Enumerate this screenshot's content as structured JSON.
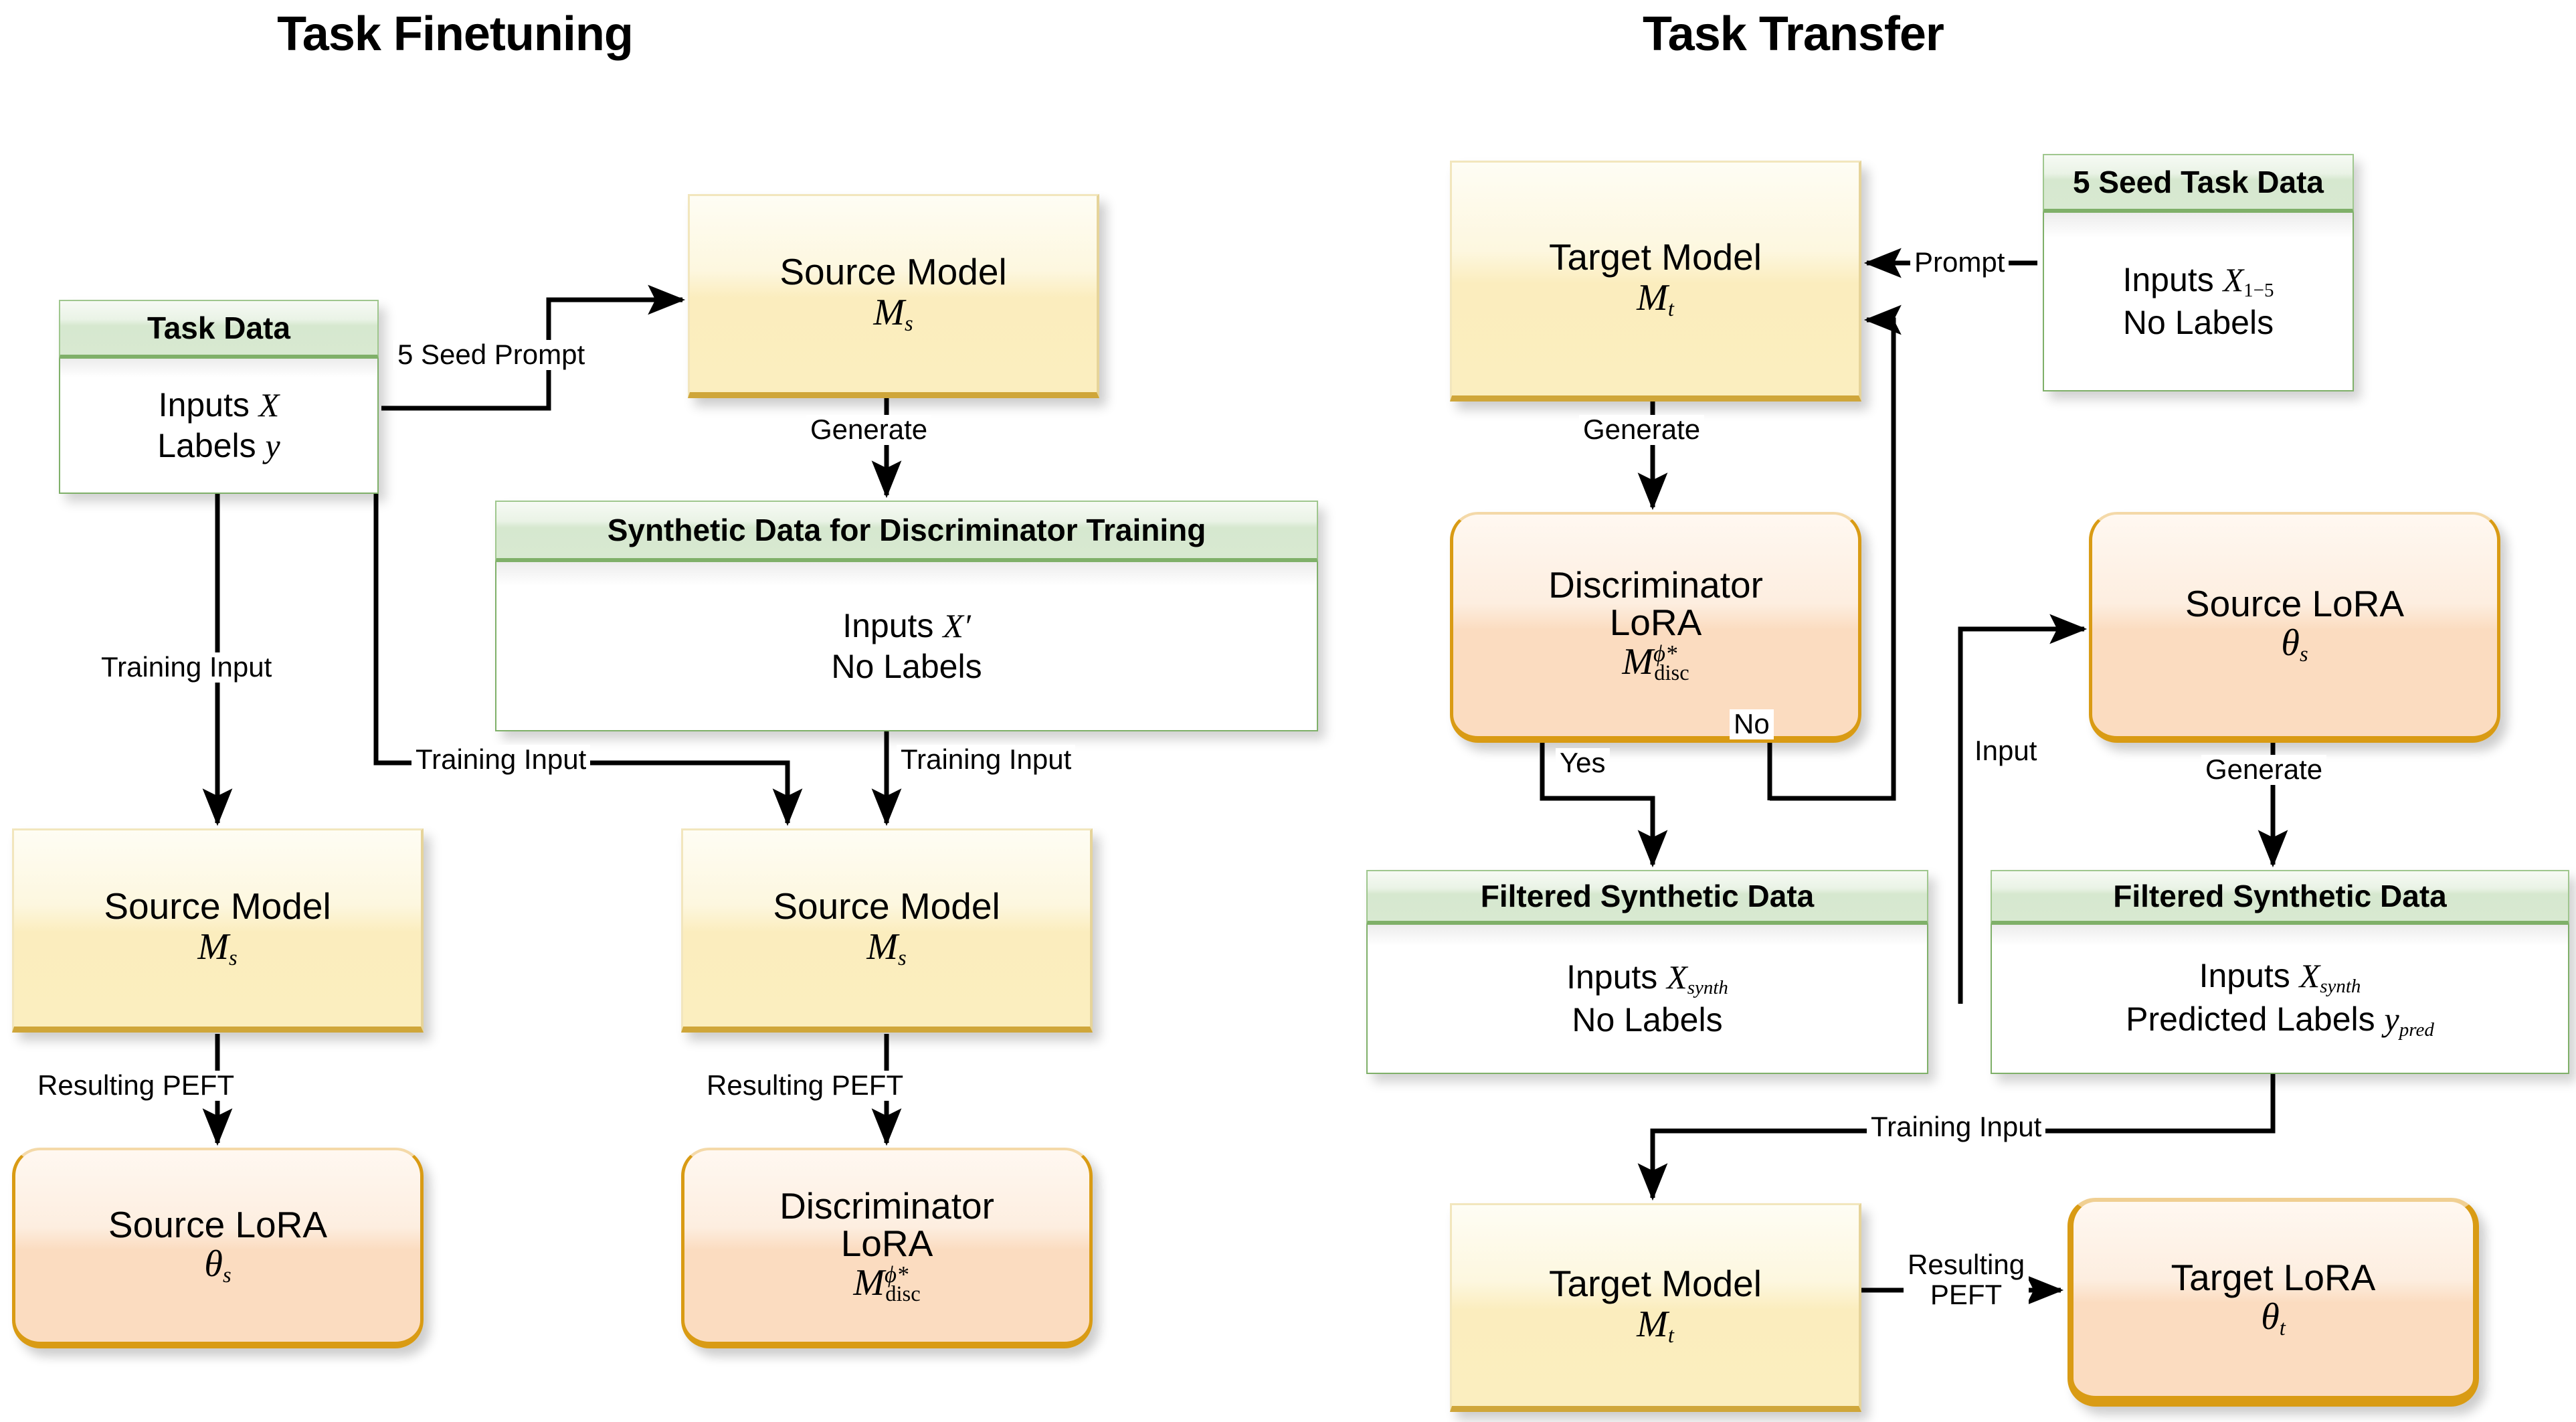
{
  "panels": [
    {
      "title": "Task Finetuning"
    },
    {
      "title": "Task Transfer"
    }
  ],
  "colors": {
    "data_header_green": "#d6e8cf",
    "data_border_green": "#7fb069",
    "model_yellow": "#fbeebf",
    "model_border_gold": "#cfa63a",
    "lora_orange": "#fbdcc0",
    "lora_border_gold": "#d99b14",
    "edge_black": "#000000",
    "background": "#ffffff"
  },
  "nodes": {
    "task_data": {
      "header": "Task Data",
      "row1_text": "Inputs ",
      "row1_sym": "X",
      "row2_text": "Labels ",
      "row2_sym": "y"
    },
    "source_model_top": {
      "line1": "Source Model",
      "sym": "M",
      "sub": "s"
    },
    "synthetic_data": {
      "header": "Synthetic Data for Discriminator Training",
      "row1_text": "Inputs ",
      "row1_sym": "X",
      "row1_prime": "′",
      "row2_text": "No Labels"
    },
    "source_model_left": {
      "line1": "Source Model",
      "sym": "M",
      "sub": "s"
    },
    "source_model_mid": {
      "line1": "Source Model",
      "sym": "M",
      "sub": "s"
    },
    "source_lora_left": {
      "line1": "Source LoRA",
      "sym": "θ",
      "sub": "s"
    },
    "disc_lora_left": {
      "line1": "Discriminator",
      "line2": "LoRA",
      "sym": "M",
      "sup": "ϕ*",
      "sub": "disc"
    },
    "target_model_top": {
      "line1": "Target Model",
      "sym": "M",
      "sub": "t"
    },
    "seed_task_data": {
      "header": "5 Seed Task Data",
      "row1_text": "Inputs ",
      "row1_sym": "X",
      "row1_sub": "1−5",
      "row2_text": "No Labels"
    },
    "disc_lora_right": {
      "line1": "Discriminator",
      "line2": "LoRA",
      "sym": "M",
      "sup": "ϕ*",
      "sub": "disc"
    },
    "source_lora_right": {
      "line1": "Source LoRA",
      "sym": "θ",
      "sub": "s"
    },
    "filtered_data_left": {
      "header": "Filtered Synthetic Data",
      "row1_text": "Inputs ",
      "row1_sym": "X",
      "row1_sub": "synth",
      "row2_text": "No Labels"
    },
    "filtered_data_right": {
      "header": "Filtered Synthetic Data",
      "row1_text": "Inputs ",
      "row1_sym": "X",
      "row1_sub": "synth",
      "row2_text": "Predicted Labels ",
      "row2_sym": "y",
      "row2_sub": "pred"
    },
    "target_model_bottom": {
      "line1": "Target Model",
      "sym": "M",
      "sub": "t"
    },
    "target_lora": {
      "line1": "Target LoRA",
      "sym": "θ",
      "sub": "t"
    }
  },
  "edge_labels": {
    "seed_prompt": "5 Seed Prompt",
    "generate_left": "Generate",
    "training_input_a": "Training Input",
    "training_input_b": "Training Input",
    "training_input_c": "Training Input",
    "resulting_peft_left": "Resulting PEFT",
    "resulting_peft_mid": "Resulting PEFT",
    "prompt": "Prompt",
    "generate_target": "Generate",
    "yes": "Yes",
    "no": "No",
    "input": "Input",
    "generate_source_lora": "Generate",
    "training_input_right": "Training Input",
    "resulting_peft_right_l1": "Resulting",
    "resulting_peft_right_l2": "PEFT"
  }
}
